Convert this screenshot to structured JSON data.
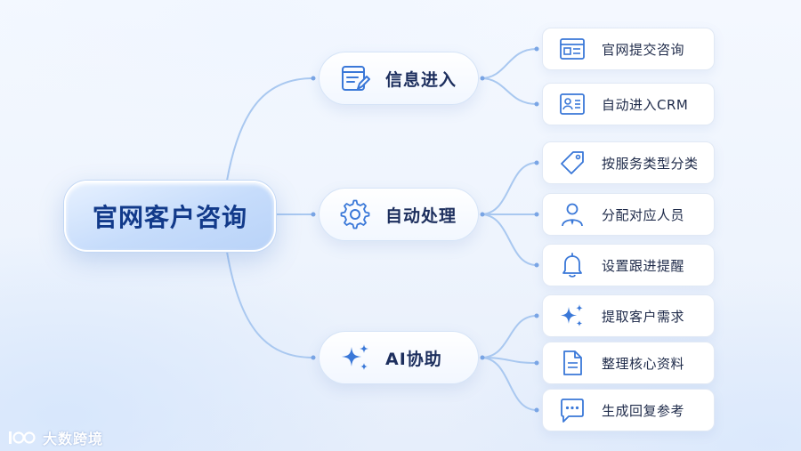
{
  "root": {
    "label": "官网客户咨询"
  },
  "branches": [
    {
      "label": "信息进入",
      "icon": "form-edit-icon",
      "leaves": [
        {
          "label": "官网提交咨询",
          "icon": "web-form-icon"
        },
        {
          "label": "自动进入CRM",
          "icon": "contact-card-icon"
        }
      ]
    },
    {
      "label": "自动处理",
      "icon": "gear-icon",
      "leaves": [
        {
          "label": "按服务类型分类",
          "icon": "tag-icon"
        },
        {
          "label": "分配对应人员",
          "icon": "person-icon"
        },
        {
          "label": "设置跟进提醒",
          "icon": "bell-icon"
        }
      ]
    },
    {
      "label": "AI协助",
      "icon": "sparkle-icon",
      "leaves": [
        {
          "label": "提取客户需求",
          "icon": "sparkle-icon"
        },
        {
          "label": "整理核心资料",
          "icon": "document-icon"
        },
        {
          "label": "生成回复参考",
          "icon": "chat-bubble-icon"
        }
      ]
    }
  ],
  "watermark": {
    "text": "大数跨境"
  },
  "colors": {
    "accent": "#3a78d8",
    "connector": "#a9c8f0",
    "root_text": "#123a8a"
  }
}
